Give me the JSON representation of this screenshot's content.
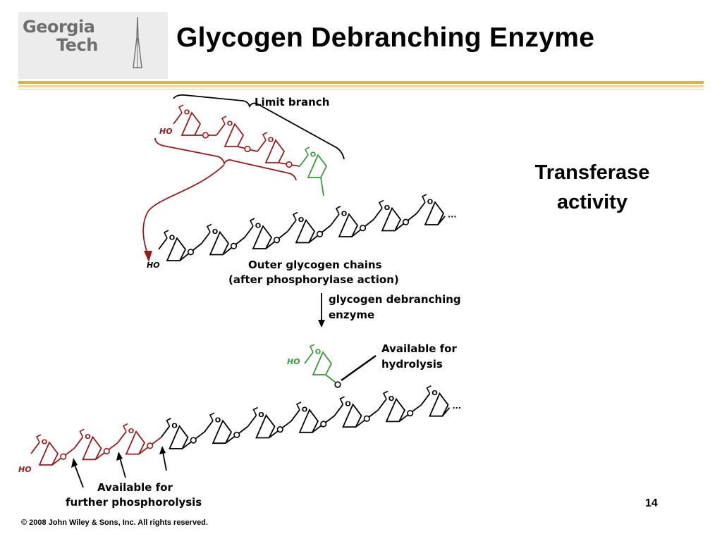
{
  "logo": {
    "line1": "Georgia",
    "line2": "Tech"
  },
  "title": "Glycogen Debranching Enzyme",
  "side_text": [
    "Transferase",
    "activity"
  ],
  "labels": {
    "limit_branch": "Limit branch",
    "outer_chains_1": "Outer glycogen chains",
    "outer_chains_2": "(after phosphorylase action)",
    "enzyme_1": "glycogen debranching",
    "enzyme_2": "enzyme",
    "hydrolysis_1": "Available for",
    "hydrolysis_2": "hydrolysis",
    "phosphorolysis_1": "Available for",
    "phosphorolysis_2": "further phosphorolysis",
    "ho": "HO",
    "ring_oxygen": "O",
    "ellipsis": "···"
  },
  "colors": {
    "red": "#9a1b1b",
    "green": "#3a9a3a",
    "black": "#000000",
    "rule": "#d8b34a",
    "logo_bg": "#ececec",
    "logo_text": "#6f6f6f"
  },
  "page_number": "14",
  "copyright": "© 2008 John Wiley & Sons, Inc. All rights reserved."
}
